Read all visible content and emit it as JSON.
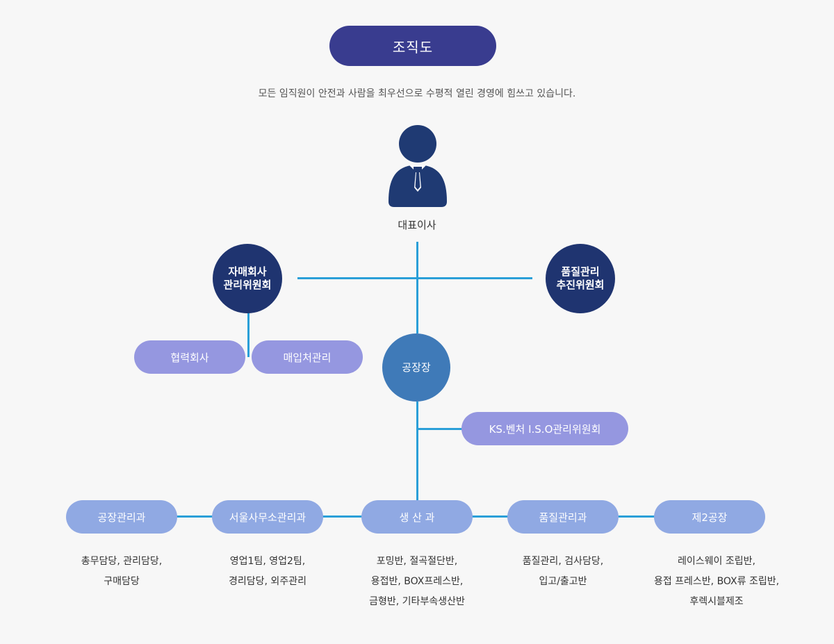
{
  "header": {
    "title": "조직도",
    "subtitle": "모든 임직원이 안전과 사람을 최우선으로 수평적 열린 경영에 힘쓰고 있습니다."
  },
  "ceo": {
    "label": "대표이사",
    "icon": "person-icon",
    "color": "#1f3a73"
  },
  "committees": {
    "left": {
      "line1": "자매회사",
      "line2": "관리위원회"
    },
    "right": {
      "line1": "품질관리",
      "line2": "추진위원회"
    }
  },
  "sub_units": {
    "partner": "협력회사",
    "purchase": "매입처관리"
  },
  "plant_head": "공장장",
  "iso_committee": "KS.벤처 I.S.O관리위원회",
  "departments": [
    {
      "name": "공장관리과",
      "desc1": "총무담당, 관리담당,",
      "desc2": "구매담당",
      "desc3": ""
    },
    {
      "name": "서울사무소관리과",
      "desc1": "영업1팀, 영업2팀,",
      "desc2": "경리담당, 외주관리",
      "desc3": ""
    },
    {
      "name": "생 산 과",
      "desc1": "포밍반, 절곡절단반,",
      "desc2": "용접반, BOX프레스반,",
      "desc3": "금형반, 기타부속생산반"
    },
    {
      "name": "품질관리과",
      "desc1": "품질관리, 검사담당,",
      "desc2": "입고/출고반",
      "desc3": ""
    },
    {
      "name": "제2공장",
      "desc1": "레이스웨이 조립반,",
      "desc2": "용접 프레스반, BOX류 조립반,",
      "desc3": "후렉시블제조"
    }
  ],
  "colors": {
    "title_bg": "#393c8f",
    "navy": "#1f3470",
    "blue": "#3f7ab8",
    "purple": "#9597e0",
    "light_blue": "#90a9e3",
    "line": "#2a9fd8"
  }
}
